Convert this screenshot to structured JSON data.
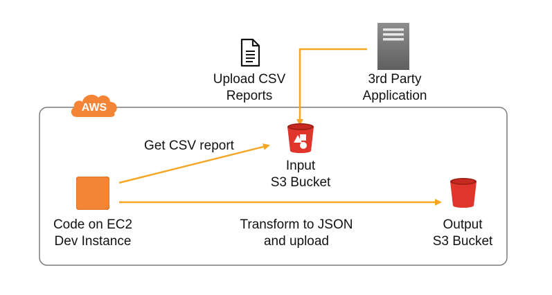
{
  "cloud": {
    "label": "AWS",
    "color": "#F58536",
    "icon": "aws-cloud-icon"
  },
  "nodes": {
    "upload_doc": {
      "icon": "document-icon",
      "line1": "Upload CSV",
      "line2": "Reports"
    },
    "third_party": {
      "icon": "server-icon",
      "line1": "3rd Party",
      "line2": "Application",
      "color": "#7b7b7b"
    },
    "input_bucket": {
      "icon": "s3-bucket-icon",
      "line1": "Input",
      "line2": "S3 Bucket",
      "color": "#E0352B"
    },
    "ec2": {
      "icon": "ec2-instance-icon",
      "line1": "Code on EC2",
      "line2": "Dev Instance",
      "color": "#F58536"
    },
    "output_bucket": {
      "icon": "s3-bucket-icon",
      "line1": "Output",
      "line2": "S3 Bucket",
      "color": "#E0352B"
    }
  },
  "edges": {
    "get_csv": {
      "label": "Get CSV report"
    },
    "transform": {
      "line1": "Transform to JSON",
      "line2": "and upload"
    }
  },
  "colors": {
    "arrow": "#F5A623",
    "frame": "#7a7a7a"
  }
}
